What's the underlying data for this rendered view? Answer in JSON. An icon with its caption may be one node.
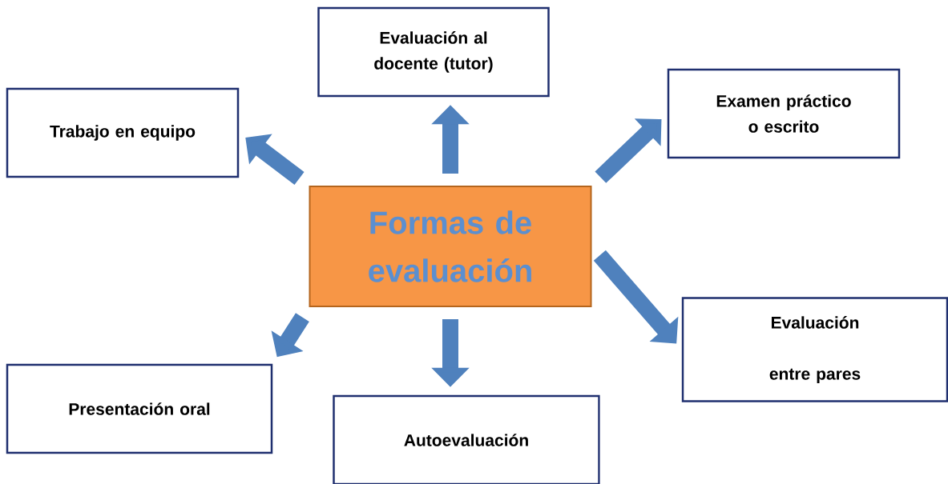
{
  "diagram": {
    "nodes": [
      {
        "text": [
          "Formas de evaluación"
        ]
      },
      {
        "text": [
          "Evaluación al docente (tutor)"
        ]
      },
      {
        "text": [
          "Trabajo en equipo"
        ]
      },
      {
        "text": [
          "Examen práctico o escrito"
        ]
      },
      {
        "text": [
          "Evaluación entre pares"
        ]
      },
      {
        "text": [
          "Presentación oral"
        ]
      },
      {
        "text": [
          "Autoevaluación"
        ]
      }
    ],
    "edges": [
      {
        "from": 0,
        "to": 1,
        "arrow": "to"
      },
      {
        "from": 0,
        "to": 2,
        "arrow": "to"
      },
      {
        "from": 0,
        "to": 3,
        "arrow": "to"
      },
      {
        "from": 0,
        "to": 4,
        "arrow": "to"
      },
      {
        "from": 0,
        "to": 5,
        "arrow": "to"
      },
      {
        "from": 0,
        "to": 6,
        "arrow": "to"
      }
    ]
  }
}
